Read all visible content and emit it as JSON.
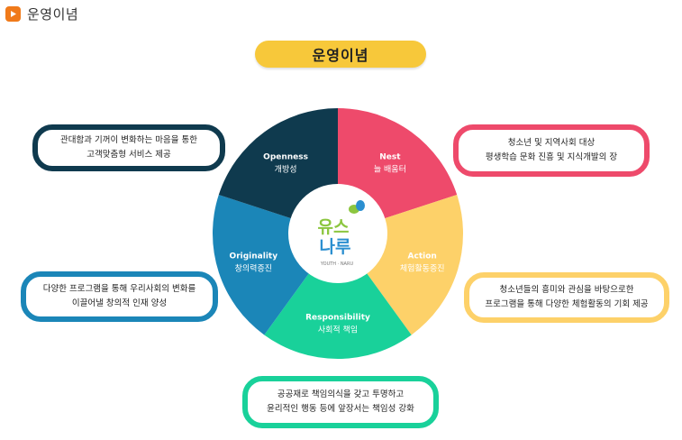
{
  "header": {
    "title": "운영이념",
    "icon": "play-icon",
    "icon_color": "#f07a1a"
  },
  "title_pill": {
    "label": "운영이념",
    "color": "#f7c83a"
  },
  "center_logo": {
    "line1": "유스",
    "line2": "나루",
    "subtitle": "YOUTH · NARU",
    "colors": {
      "green": "#8cc63f",
      "blue": "#2b8fd0"
    }
  },
  "segments": [
    {
      "id": "openness",
      "en": "Openness",
      "ko": "개방성",
      "color": "#0f3a4e"
    },
    {
      "id": "nest",
      "en": "Nest",
      "ko": "늘 배움터",
      "color": "#ee4a6b"
    },
    {
      "id": "action",
      "en": "Action",
      "ko": "체험활동증진",
      "color": "#fdd169"
    },
    {
      "id": "responsibility",
      "en": "Responsibility",
      "ko": "사회적 책임",
      "color": "#19d19a"
    },
    {
      "id": "originality",
      "en": "Originality",
      "ko": "창의력증진",
      "color": "#1b86b8"
    }
  ],
  "boxes": {
    "openness": {
      "lines": [
        "관대함과 기꺼이 변화하는 마음을 통한",
        "고객맞춤형 서비스 제공"
      ],
      "color": "#0f3a4e"
    },
    "nest": {
      "lines": [
        "청소년 및 지역사회 대상",
        "평생학습 문화 진흥 및 지식개발의 장"
      ],
      "color": "#ee4a6b"
    },
    "action": {
      "lines": [
        "청소년들의 흥미와 관심을 바탕으로한",
        "프로그램을 통해 다양한 체험활동의 기회 제공"
      ],
      "color": "#fdd169"
    },
    "originality": {
      "lines": [
        "다양한 프로그램을 통해 우리사회의 변화를",
        "이끌어낼 창의적 인재 양성"
      ],
      "color": "#1b86b8"
    },
    "responsibility": {
      "lines": [
        "공공재로 책임의식을 갖고 투명하고",
        "윤리적인 행동 등에 앞장서는 책임성 강화"
      ],
      "color": "#19d19a"
    }
  }
}
